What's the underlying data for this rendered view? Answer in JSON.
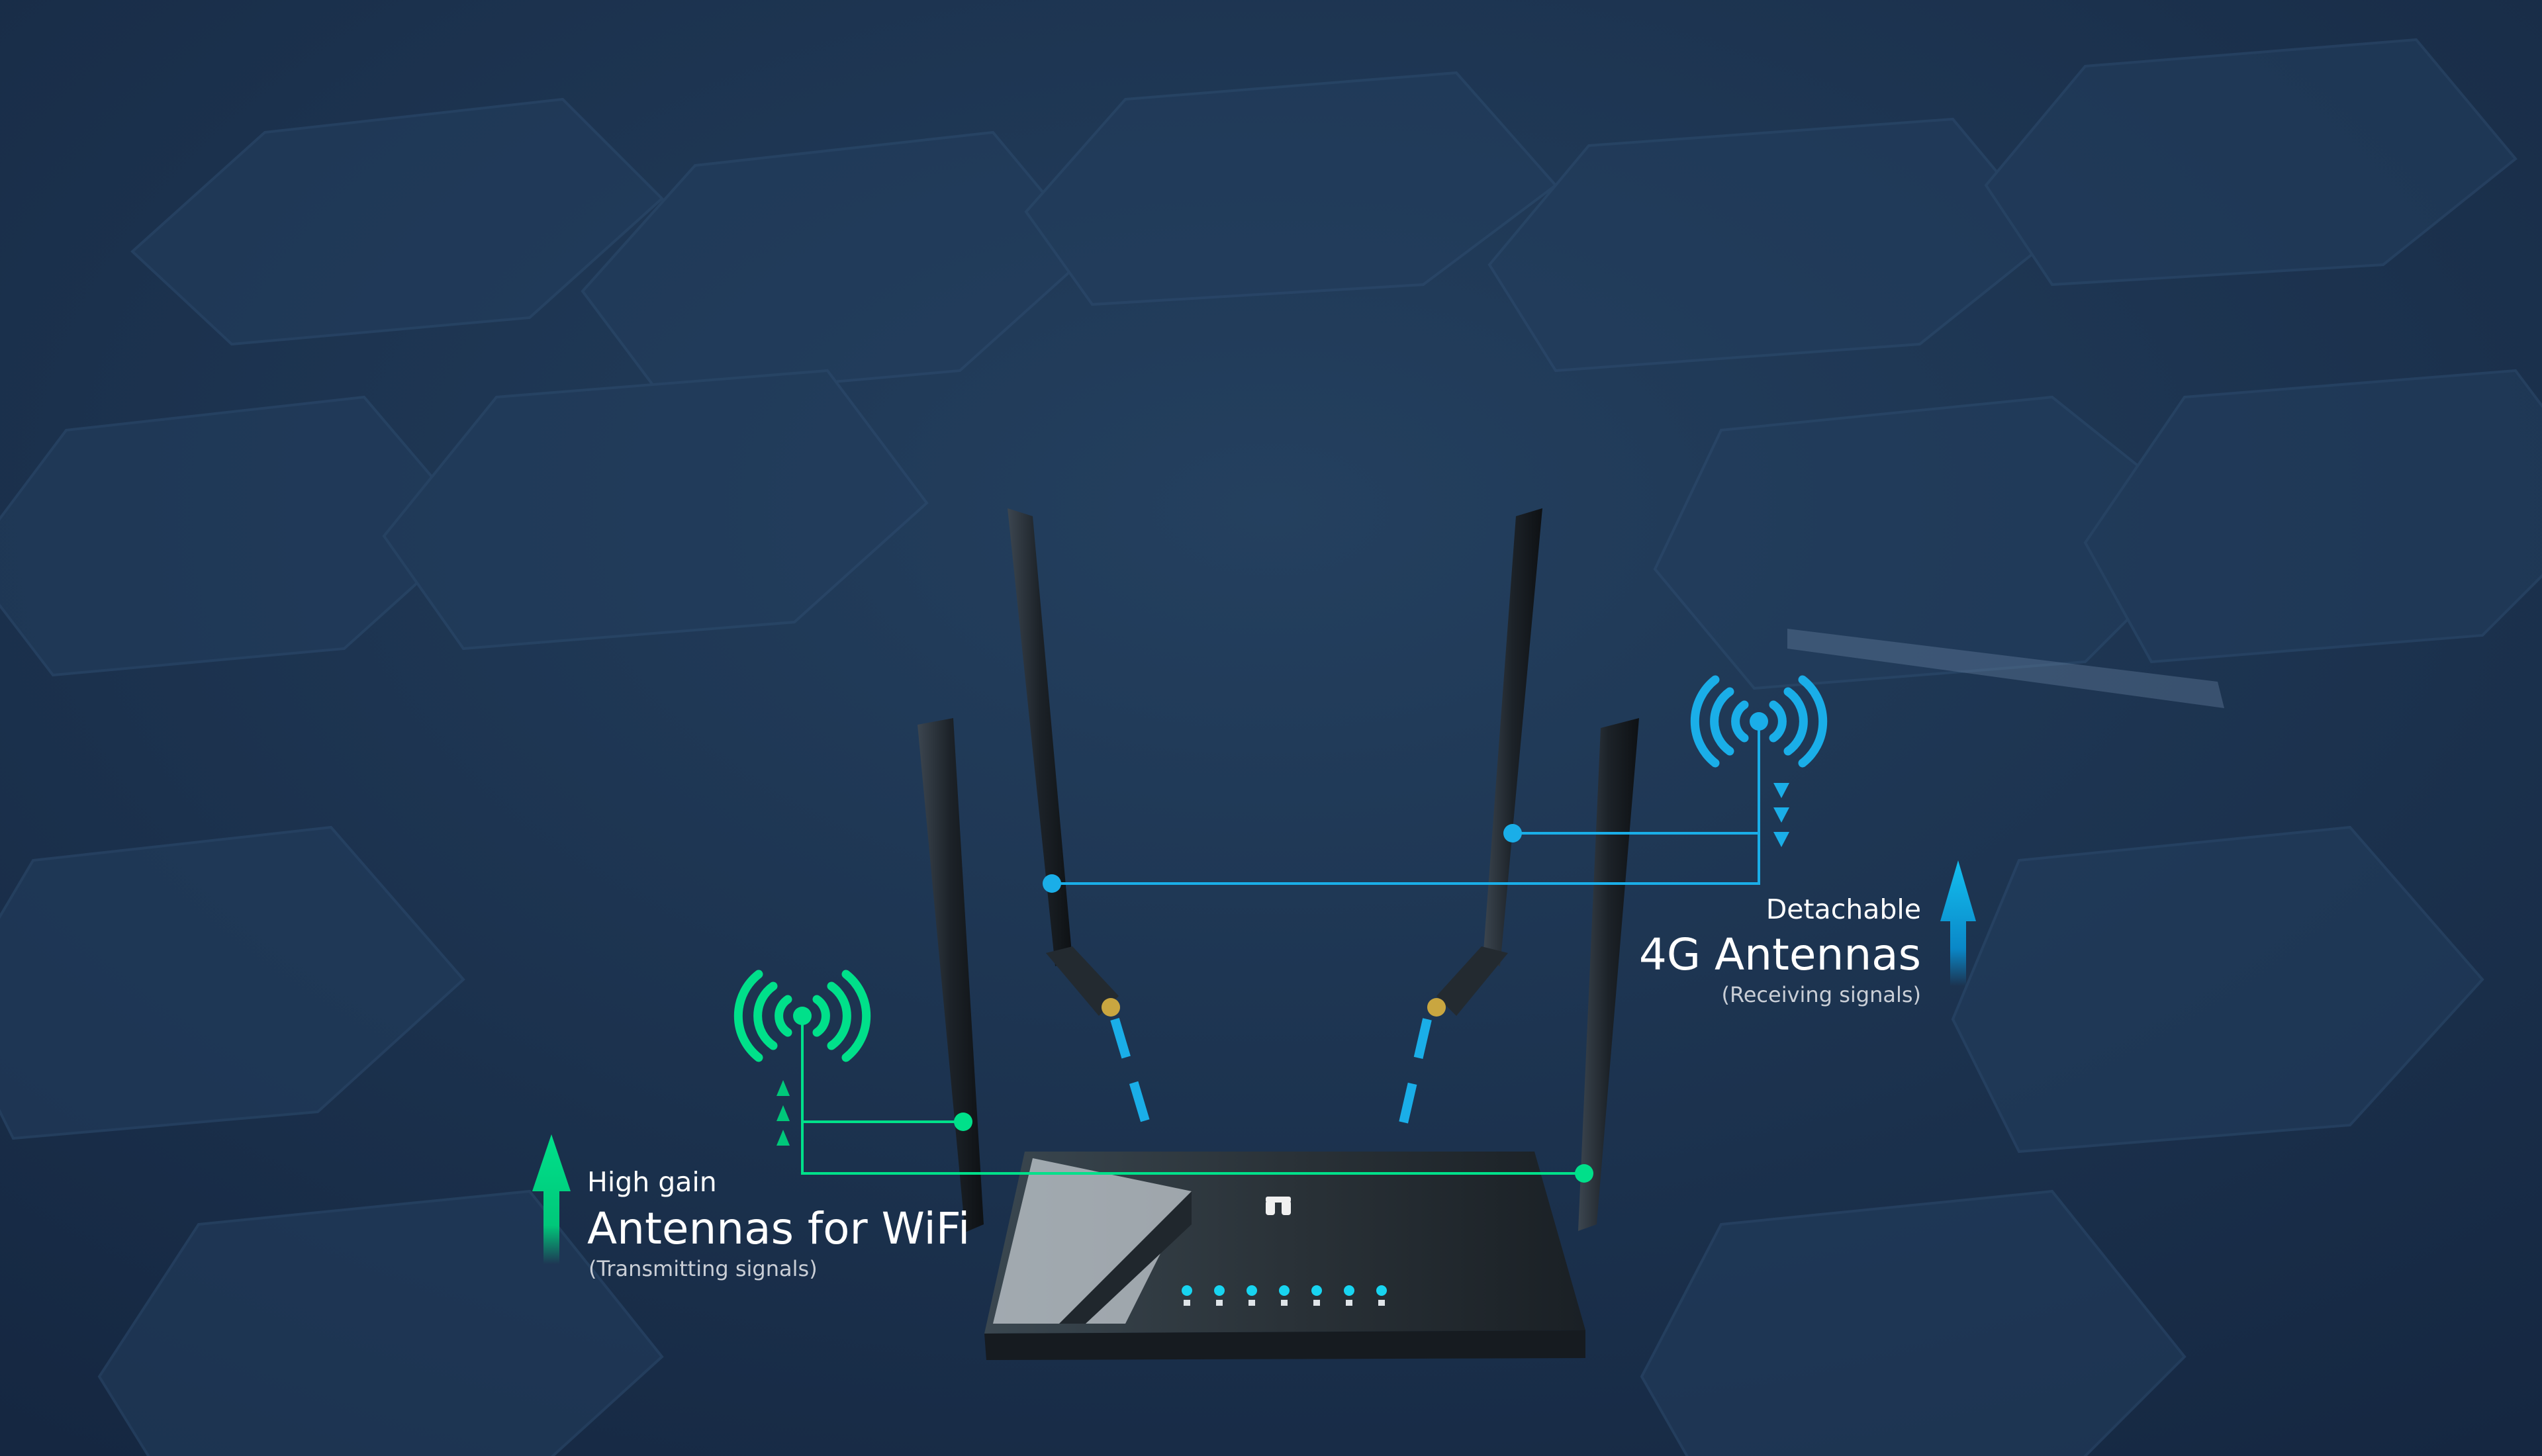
{
  "wifi_callout": {
    "small_label": "High gain",
    "title": "Antennas for WiFi",
    "subtitle": "(Transmitting signals)",
    "accent_color": "#00e08a"
  },
  "lte_callout": {
    "small_label": "Detachable",
    "title": "4G Antennas",
    "subtitle": "(Receiving signals)",
    "accent_color": "#1aaee8"
  },
  "router": {
    "led_color": "#18d4f0",
    "leds": [
      "power-icon",
      "wifi-icon",
      "wan-icon",
      "lan-icon",
      "lte-icon",
      "signal-low-icon",
      "signal-high-icon"
    ]
  },
  "background_color": "#1b2f4a"
}
